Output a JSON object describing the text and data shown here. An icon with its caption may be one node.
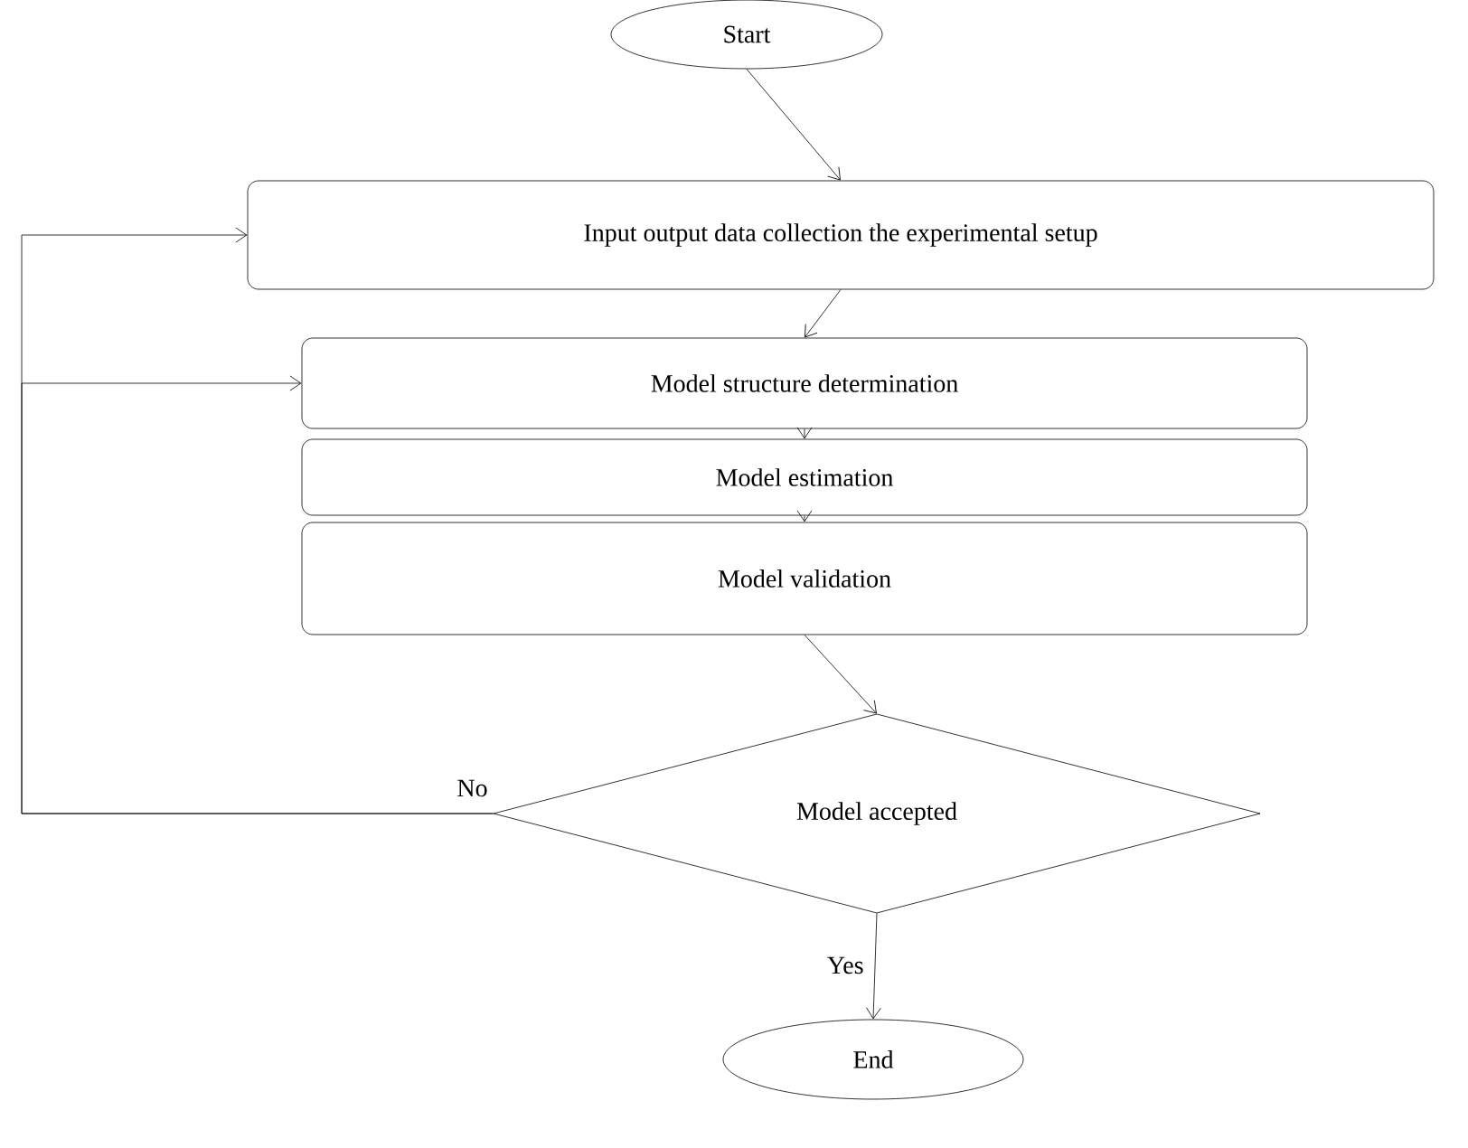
{
  "diagram": {
    "nodes": [
      {
        "text": [
          "Start"
        ]
      },
      {
        "text": [
          "Input output data collection the experimental setup"
        ]
      },
      {
        "text": [
          "Model structure determination"
        ]
      },
      {
        "text": [
          "Model estimation"
        ]
      },
      {
        "text": [
          "Model validation"
        ]
      },
      {
        "text": [
          "Model accepted"
        ]
      },
      {
        "text": [
          "End"
        ]
      }
    ],
    "edges": [
      {
        "from": 0,
        "to": 1,
        "arrow": "to"
      },
      {
        "from": 1,
        "to": 2,
        "arrow": "to"
      },
      {
        "from": 2,
        "to": 3,
        "arrow": "to"
      },
      {
        "from": 3,
        "to": 4,
        "arrow": "to"
      },
      {
        "from": 4,
        "to": 5,
        "arrow": "to"
      },
      {
        "from": 5,
        "to": 1,
        "arrow": "to",
        "label": "No"
      },
      {
        "from": 5,
        "to": 2,
        "arrow": "to"
      },
      {
        "from": 5,
        "to": 6,
        "arrow": "to",
        "label": "Yes"
      }
    ]
  }
}
